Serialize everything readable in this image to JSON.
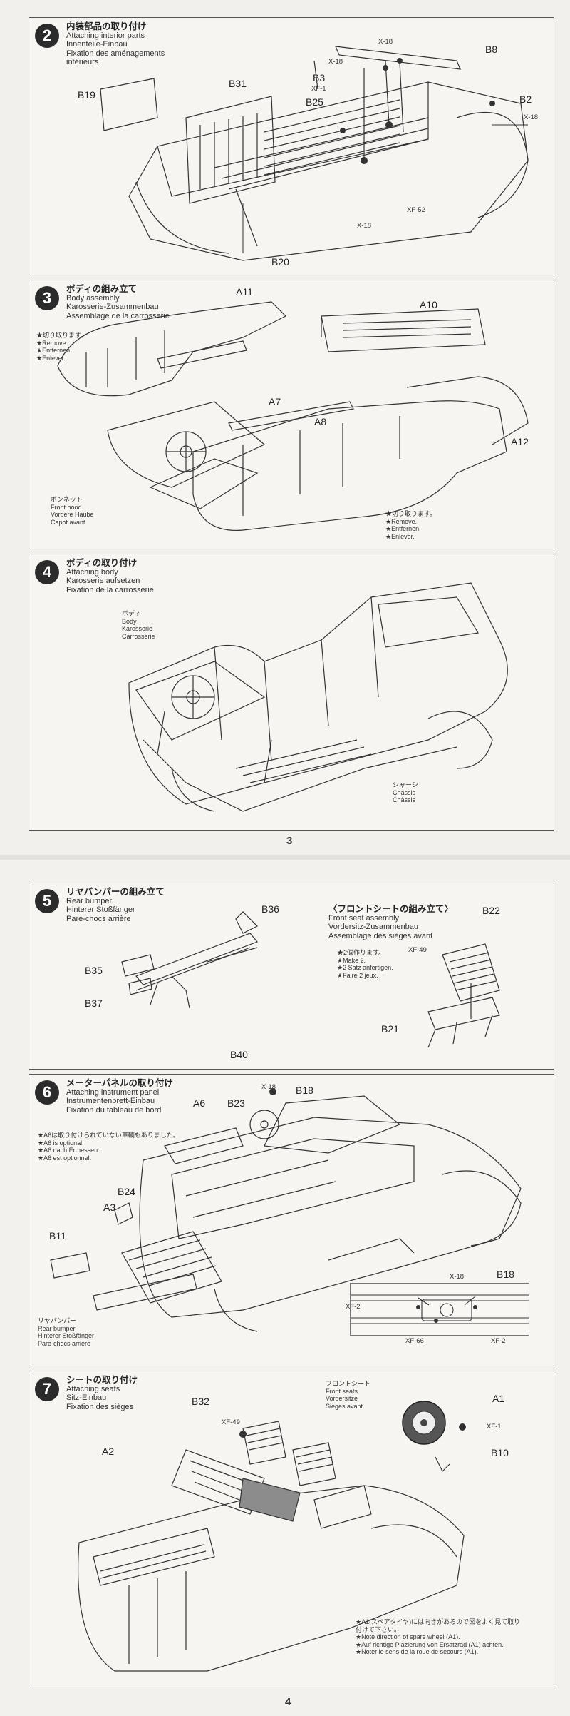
{
  "pages": [
    {
      "number": "3"
    },
    {
      "number": "4"
    }
  ],
  "step2": {
    "number": "2",
    "title_jp": "内装部品の取り付け",
    "title_en": "Attaching interior parts",
    "title_de": "Innenteile-Einbau",
    "title_fr": "Fixation des aménagements",
    "title_fr2": "intérieurs",
    "labels": {
      "b19": "B19",
      "b31": "B31",
      "b20": "B20",
      "b8": "B8",
      "b3": "B3",
      "b25": "B25",
      "b2": "B2",
      "x18a": "X-18",
      "x18b": "X-18",
      "x18c": "X-18",
      "x18d": "X-18",
      "xf1": "XF-1",
      "xf52": "XF-52"
    }
  },
  "step3": {
    "number": "3",
    "title_jp": "ボディの組み立て",
    "title_en": "Body assembly",
    "title_de": "Karosserie-Zusammenbau",
    "title_fr": "Assemblage de la carrosserie",
    "remove_left": [
      "★切り取ります。",
      "★Remove.",
      "★Entfernen.",
      "★Enlever."
    ],
    "remove_right": [
      "★切り取ります。",
      "★Remove.",
      "★Entfernen.",
      "★Enlever."
    ],
    "hood": [
      "ボンネット",
      "Front hood",
      "Vordere Haube",
      "Capot avant"
    ],
    "labels": {
      "a11": "A11",
      "a10": "A10",
      "a7": "A7",
      "a8": "A8",
      "a12": "A12"
    }
  },
  "step4": {
    "number": "4",
    "title_jp": "ボディの取り付け",
    "title_en": "Attaching body",
    "title_de": "Karosserie aufsetzen",
    "title_fr": "Fixation de la carrosserie",
    "body": [
      "ボディ",
      "Body",
      "Karosserie",
      "Carrosserie"
    ],
    "chassis": [
      "シャーシ",
      "Chassis",
      "Châssis"
    ]
  },
  "step5": {
    "number": "5",
    "title_jp": "リヤバンパーの組み立て",
    "title_en": "Rear bumper",
    "title_de": "Hinterer Stoßfänger",
    "title_fr": "Pare-chocs arrière",
    "seat_title_jp": "〈フロントシートの組み立て〉",
    "seat_title_en": "Front seat assembly",
    "seat_title_de": "Vordersitz-Zusammenbau",
    "seat_title_fr": "Assemblage des sièges avant",
    "make2": [
      "★2個作ります。",
      "★Make 2.",
      "★2 Satz anfertigen.",
      "★Faire 2 jeux."
    ],
    "labels": {
      "b36": "B36",
      "b35": "B35",
      "b37": "B37",
      "b40": "B40",
      "b22": "B22",
      "b21": "B21",
      "xf49": "XF-49"
    }
  },
  "step6": {
    "number": "6",
    "title_jp": "メーターパネルの取り付け",
    "title_en": "Attaching instrument panel",
    "title_de": "Instrumentenbrett-Einbau",
    "title_fr": "Fixation du tableau de bord",
    "optional": [
      "★A6は取り付けられていない車輌もありました。",
      "★A6 is optional.",
      "★A6 nach Ermessen.",
      "★A6 est optionnel."
    ],
    "bumper": [
      "リヤバンパー",
      "Rear bumper",
      "Hinterer Stoßfänger",
      "Pare-chocs arrière"
    ],
    "labels": {
      "a6": "A6",
      "b23": "B23",
      "x18": "X-18",
      "b18": "B18",
      "b24": "B24",
      "a3": "A3",
      "b11": "B11",
      "inset_x18": "X-18",
      "inset_b18": "B18",
      "inset_xf2a": "XF-2",
      "inset_xf2b": "XF-2",
      "inset_xf66": "XF-66"
    }
  },
  "step7": {
    "number": "7",
    "title_jp": "シートの取り付け",
    "title_en": "Attaching seats",
    "title_de": "Sitz-Einbau",
    "title_fr": "Fixation des sièges",
    "front_seats": [
      "フロントシート",
      "Front seats",
      "Vordersitze",
      "Sièges avant"
    ],
    "spare_note": [
      "★A1(スペアタイヤ)には向きがあるので図をよく見て取り",
      "付けて下さい。",
      "★Note direction of spare wheel (A1).",
      "★Auf richtige Plazierung von Ersatzrad (A1) achten.",
      "★Noter le sens de la roue de secours (A1)."
    ],
    "labels": {
      "a1": "A1",
      "xf1": "XF-1",
      "b10": "B10",
      "b32": "B32",
      "xf49": "XF-49",
      "a2": "A2"
    }
  }
}
